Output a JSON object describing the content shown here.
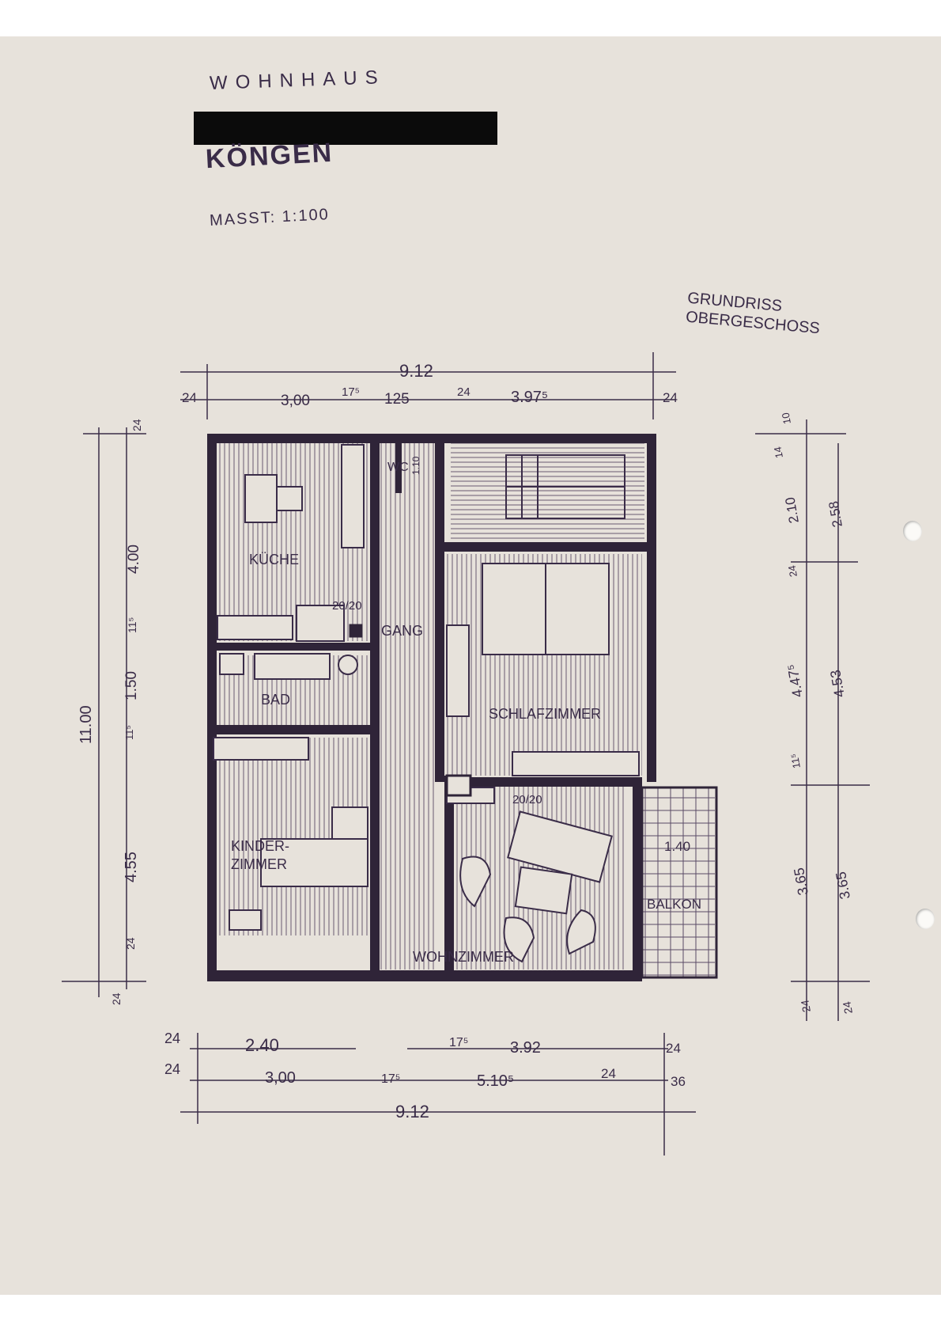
{
  "header": {
    "project": "WOHNHAUS",
    "location": "KÖNGEN",
    "scale": "MASST:  1:100",
    "sheet_title_line1": "GRUNDRISS",
    "sheet_title_line2": "OBERGESCHOSS"
  },
  "rooms": {
    "kueche": "KÜCHE",
    "bad": "BAD",
    "wc": "WC",
    "gang": "GANG",
    "schlafzimmer": "SCHLAFZIMMER",
    "kinder_line1": "KINDER-",
    "kinder_line2": "ZIMMER",
    "wohnzimmer": "WOHNZIMMER",
    "balkon": "BALKON"
  },
  "annotations": {
    "chimney_kitchen": "20/20",
    "chimney_living": "20/20",
    "wc_height": "1.10",
    "balcony_depth": "1.40"
  },
  "dimensions": {
    "top_total": "9.12",
    "top_segments": [
      "24",
      "3,00",
      "17⁵",
      "125",
      "24",
      "3.97⁵",
      "24"
    ],
    "left_total": "11.00",
    "left_segments": [
      "24",
      "4.00",
      "11⁵",
      "1.50",
      "11⁵",
      "4.55",
      "24",
      "24"
    ],
    "right_outer": [
      "10",
      "14",
      "2.10",
      "2.58",
      "24",
      "4.47⁵",
      "4.53",
      "11⁵",
      "3.65",
      "3.65",
      "24",
      "24"
    ],
    "bottom_row1": [
      "24",
      "2.40",
      "17⁵",
      "3.92",
      "24"
    ],
    "bottom_row2": [
      "24",
      "3,00",
      "17⁵",
      "5.10⁵",
      "24",
      "36"
    ],
    "bottom_total": "9.12"
  }
}
